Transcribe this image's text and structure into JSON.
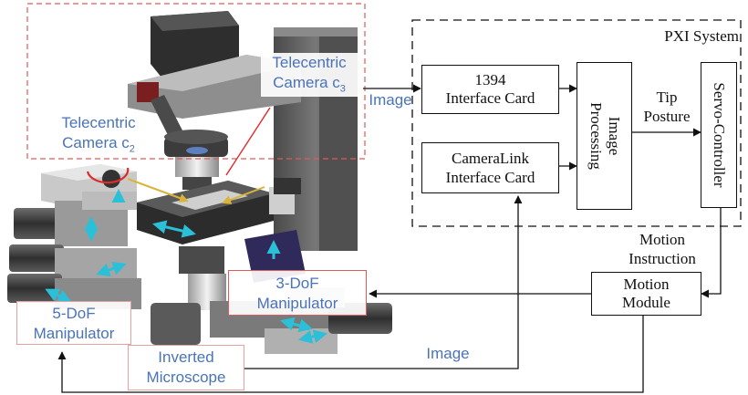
{
  "pxi_system_label": "PXI System",
  "boxes": {
    "interface_1394": [
      "1394",
      "Interface Card"
    ],
    "cameralink": [
      "CameraLink",
      "Interface Card"
    ],
    "image_processing": [
      "Image",
      "Processing"
    ],
    "servo_controller": "Servo-Controller",
    "motion_module": [
      "Motion",
      "Module"
    ]
  },
  "edge_labels": {
    "image_top": "Image",
    "tip_posture": [
      "Tip",
      "Posture"
    ],
    "motion_instruction": [
      "Motion",
      "Instruction"
    ],
    "image_bottom": "Image"
  },
  "apparatus_labels": {
    "telecentric_c3": [
      "Telecentric",
      "Camera c",
      "3"
    ],
    "telecentric_c2": [
      "Telecentric",
      "Camera c",
      "2"
    ],
    "three_dof": [
      "3-DoF",
      "Manipulator"
    ],
    "five_dof": [
      "5-DoF",
      "Manipulator"
    ],
    "inverted_microscope": [
      "Inverted",
      "Microscope"
    ]
  },
  "colors": {
    "label_blue": "#4a73b8",
    "dashed_red": "#e05a5a",
    "arrow_cyan": "#2bc0d8",
    "laser_yellow": "#d8b53a"
  }
}
